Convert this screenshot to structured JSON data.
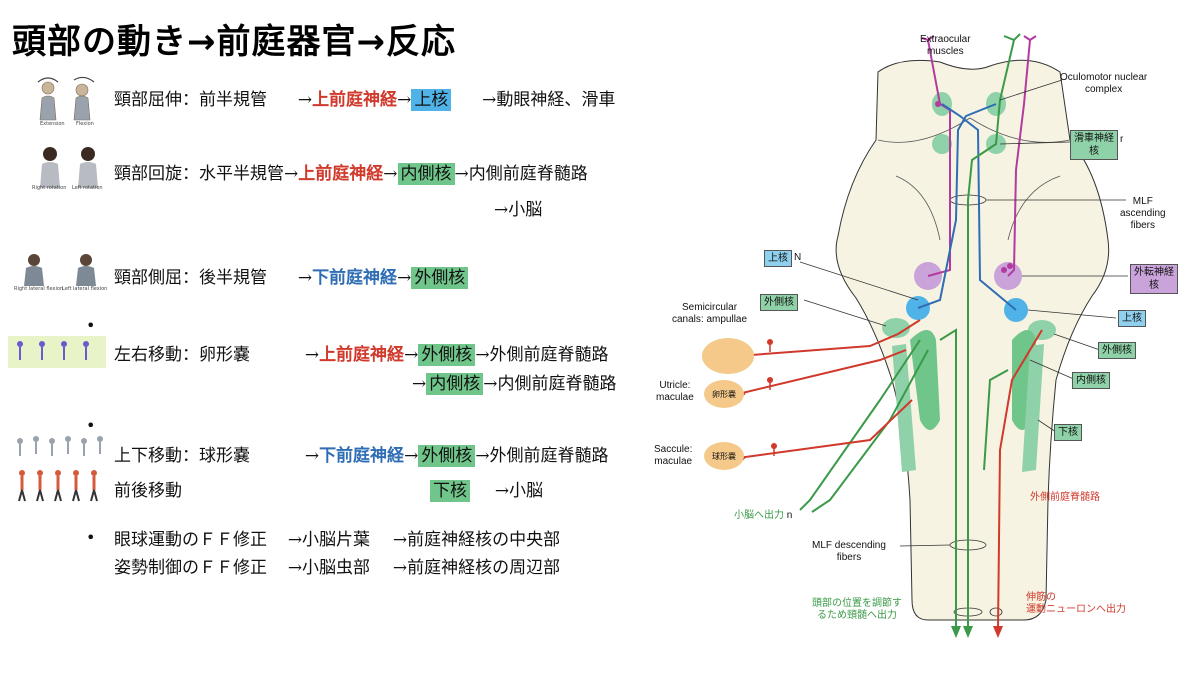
{
  "title": "頭部の動き→前庭器官→反応",
  "rows": {
    "r1": {
      "movement": "頸部屈伸：前半規管",
      "nerve": "上前庭神経",
      "nucleus": "上核",
      "output": "→動眼神経、滑車"
    },
    "r2": {
      "movement": "頸部回旋：水平半規管",
      "nerve": "上前庭神経",
      "nucleus": "内側核",
      "output": "→内側前庭脊髄路",
      "output2": "→小脳"
    },
    "r3": {
      "movement": "頸部側屈：後半規管",
      "nerve": "下前庭神経",
      "nucleus": "外側核"
    },
    "r4": {
      "movement": "左右移動：卵形嚢",
      "nerve": "上前庭神経",
      "nucleus": "外側核",
      "output": "→外側前庭脊髄路",
      "nucleus2": "内側核",
      "output2": "→内側前庭脊髄路"
    },
    "r5": {
      "movement": "上下移動：球形嚢",
      "nerve": "下前庭神経",
      "nucleus": "外側核",
      "output": "→外側前庭脊髄路",
      "movement2": "前後移動",
      "nucleus2": "下核",
      "output2": "→小脳"
    },
    "r6": {
      "line1a": "眼球運動のＦＦ修正",
      "line1b": "→小脳片葉",
      "line1c": "→前庭神経核の中央部",
      "line2a": "姿勢制御のＦＦ修正",
      "line2b": "→小脳虫部",
      "line2c": "→前庭神経核の周辺部"
    }
  },
  "arrow": "→",
  "bullet": "•",
  "figure_captions": {
    "extension": "Extension",
    "flexion": "Flexion",
    "right_rotation": "Right rotation",
    "left_rotation": "Left rotation",
    "right_lateral": "Right lateral flexion",
    "left_lateral": "Left lateral flexion"
  },
  "diagram": {
    "extraocular": "Extraocular\nmuscles",
    "oculomotor": "Oculomotor nuclear\ncomplex",
    "trochlear_tag": "滑車神経\n核",
    "trochlear_r": "r",
    "mlf_asc": "MLF\nascending\nfibers",
    "sup_nuc_left": "上核",
    "sup_nuc_left_suffix": "N",
    "abducens": "外転神経\n核",
    "lat_nuc_left": "外側核",
    "semicircular": "Semicircular\ncanals: ampullae",
    "sup_nuc_right": "上核",
    "lat_nuc_right": "外側核",
    "med_nuc_right": "内側核",
    "utricle": "Utricle:\nmaculae",
    "utricle_jp": "卵形嚢",
    "inf_nuc": "下核",
    "saccule": "Saccule:\nmaculae",
    "saccule_jp": "球形嚢",
    "cerebellum_out": "小脳へ出力",
    "cerebellum_out_suffix": "n",
    "lateral_tract": "外側前庭脊髄路",
    "mlf_desc": "MLF descending\nfibers",
    "neck_out": "頭部の位置を調節す\nるため頸髄へ出力",
    "extensor_out": "伸筋の\n運動ニューロンへ出力"
  },
  "colors": {
    "red": "#d0392b",
    "blue": "#2f6db5",
    "green": "#3a9a48",
    "purple": "#b33a9e",
    "nucleus_blue": "#4fb3e8",
    "nucleus_green": "#6fc58a"
  }
}
